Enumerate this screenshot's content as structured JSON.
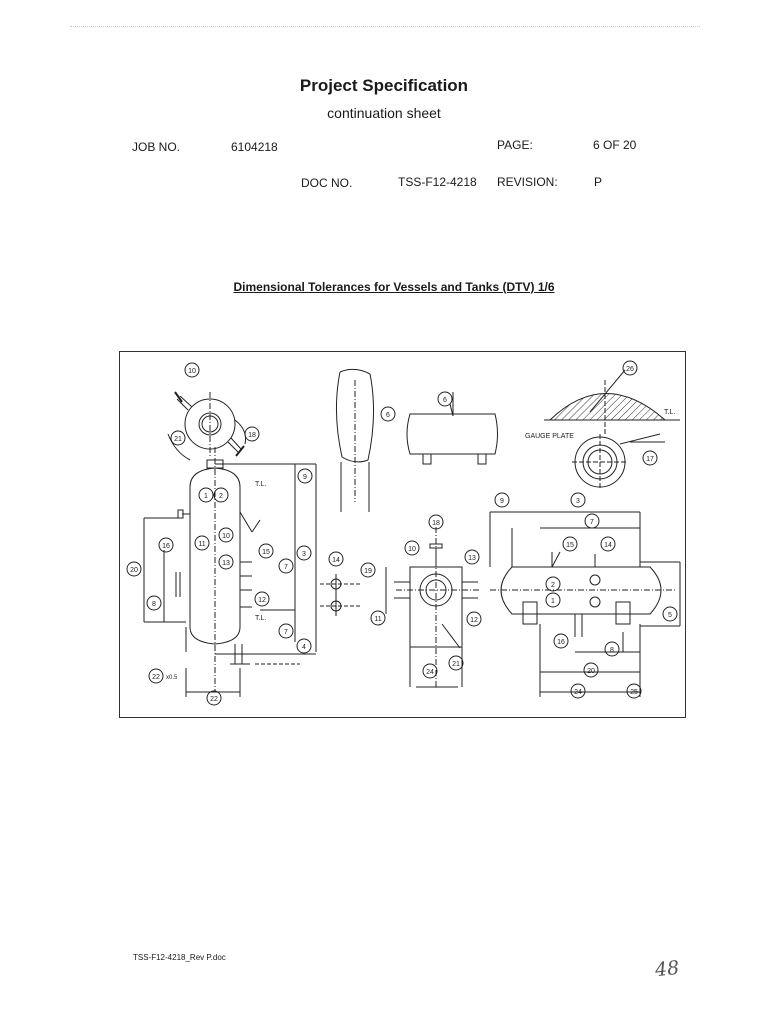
{
  "header": {
    "title": "Project Specification",
    "subtitle": "continuation sheet",
    "job_no_label": "JOB NO.",
    "job_no_value": "6104218",
    "page_label": "PAGE:",
    "page_value": "6 OF 20",
    "doc_no_label": "DOC NO.",
    "doc_no_value": "TSS-F12-4218",
    "revision_label": "REVISION:",
    "revision_value": "P"
  },
  "section": {
    "heading": "Dimensional Tolerances for Vessels and Tanks (DTV) 1/6"
  },
  "drawing": {
    "tl_label": "T.L.",
    "gauge_plate_label": "GAUGE PLATE",
    "half_factor_label": "x0.5",
    "callouts": {
      "c1": "1",
      "c2": "2",
      "c3": "3",
      "c4": "4",
      "c5": "5",
      "c6": "6",
      "c7": "7",
      "c8": "8",
      "c9": "9",
      "c10": "10",
      "c11": "11",
      "c12": "12",
      "c13": "13",
      "c14": "14",
      "c15": "15",
      "c16": "16",
      "c17": "17",
      "c18": "18",
      "c19": "19",
      "c20": "20",
      "c21": "21",
      "c22": "22",
      "c24": "24",
      "c25": "25",
      "c26": "26"
    }
  },
  "footer": {
    "filename": "TSS-F12-4218_Rev P.doc",
    "handwritten_page": "48"
  }
}
